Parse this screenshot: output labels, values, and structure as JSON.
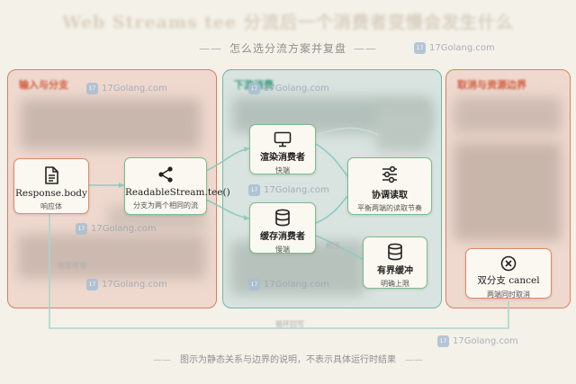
{
  "title": "Web Streams tee 分流后一个消费者变慢会发生什么",
  "subtitle": "怎么选分流方案并复盘",
  "footer": "图示为静态关系与边界的说明，不表示具体运行时结果",
  "watermark": "17Golang.com",
  "panels": {
    "left_title": "输入与分支",
    "middle_title": "下游消费",
    "right_title": "取消与资源边界"
  },
  "nodes": {
    "response": {
      "name": "Response.body",
      "desc": "响应体",
      "icon": "document-icon"
    },
    "tee": {
      "name": "ReadableStream.tee()",
      "desc": "分支为两个相同的流",
      "icon": "share-icon"
    },
    "render": {
      "name": "渲染消费者",
      "desc": "快端",
      "icon": "monitor-icon"
    },
    "cache": {
      "name": "缓存消费者",
      "desc": "慢端",
      "icon": "database-icon"
    },
    "coordinate": {
      "name": "协调读取",
      "desc": "平衡两端的读取节奏",
      "icon": "sliders-icon"
    },
    "buffer": {
      "name": "有界缓冲",
      "desc": "明确上限",
      "icon": "database-icon"
    },
    "cancel": {
      "name": "双分支 cancel",
      "desc": "两端同时取消",
      "icon": "close-circle-icon"
    }
  },
  "faint_labels": {
    "left_bottom": "背压传导",
    "mid_edge": "积压",
    "loop": "循环回写"
  },
  "colors": {
    "accent_orange": "#e07b5f",
    "accent_green": "#6fb9a6",
    "node_bg": "#fbf8f1"
  }
}
